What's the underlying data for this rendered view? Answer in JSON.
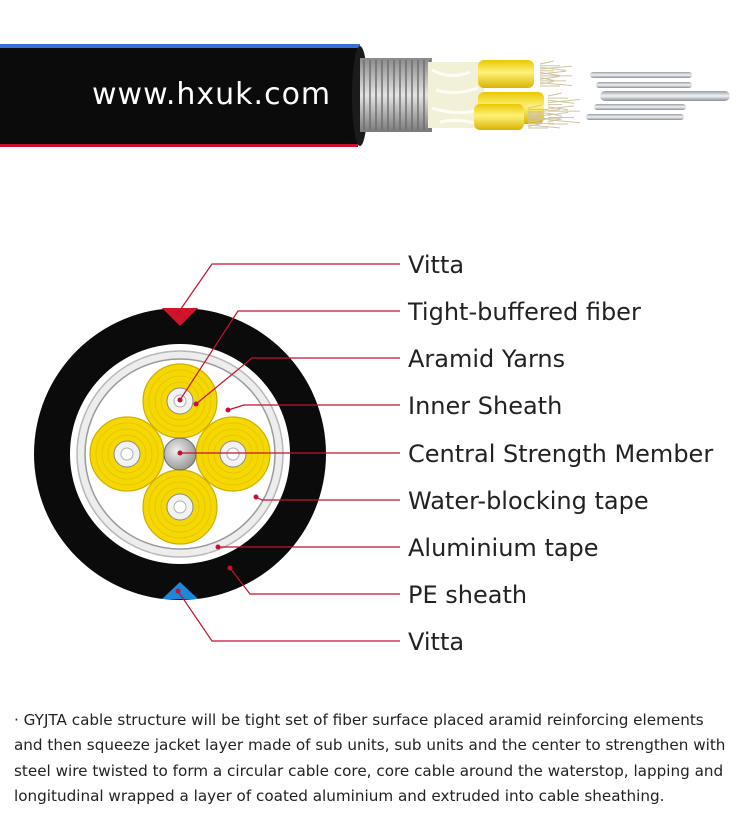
{
  "watermark": "www.hxuk.com",
  "labels": [
    "Vitta",
    "Tight-buffered fiber",
    "Aramid Yarns",
    "Inner Sheath",
    "Central Strength Member",
    "Water-blocking tape",
    "Aluminium tape",
    "PE sheath",
    "Vitta"
  ],
  "description": "· GYJTA cable structure will be tight set of fiber surface placed aramid reinforcing elements and then squeeze jacket layer made of sub units, sub units and the center to strengthen with steel wire twisted to form a circular cable core, core cable around the waterstop, lapping and longitudinal wrapped a layer of coated aluminium and extruded into cable sheathing.",
  "colors": {
    "sheath": "#0a0a0a",
    "leader_line": "#c8102e",
    "top_stripe": "#3a6fd8",
    "bottom_stripe": "#c8102e",
    "top_vitta_marker": "#d0142c",
    "bottom_vitta_marker": "#1e88d8",
    "fiber_unit": "#f5d800",
    "steel_armor": "#b8b8b8"
  }
}
